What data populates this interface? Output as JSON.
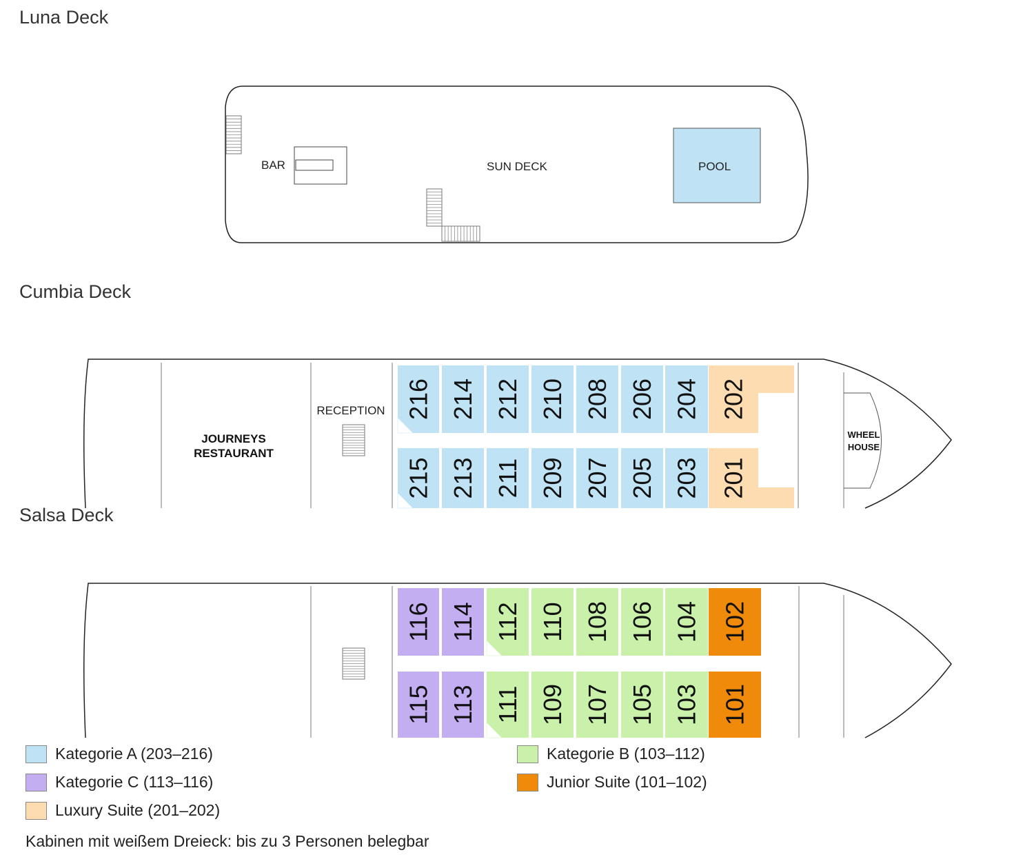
{
  "decks": {
    "luna": {
      "title": "Luna Deck",
      "labels": {
        "bar": "BAR",
        "sun_deck": "SUN DECK",
        "pool": "POOL"
      }
    },
    "cumbia": {
      "title": "Cumbia Deck",
      "labels": {
        "restaurant_line1": "JOURNEYS",
        "restaurant_line2": "RESTAURANT",
        "reception": "RECEPTION",
        "wheelhouse_line1": "WHEEL",
        "wheelhouse_line2": "HOUSE"
      },
      "cabins_top": [
        {
          "num": "216",
          "cat": "A",
          "triangle": true
        },
        {
          "num": "214",
          "cat": "A"
        },
        {
          "num": "212",
          "cat": "A"
        },
        {
          "num": "210",
          "cat": "A"
        },
        {
          "num": "208",
          "cat": "A"
        },
        {
          "num": "206",
          "cat": "A"
        },
        {
          "num": "204",
          "cat": "A"
        },
        {
          "num": "202",
          "cat": "L"
        }
      ],
      "cabins_bottom": [
        {
          "num": "215",
          "cat": "A",
          "triangle": true
        },
        {
          "num": "213",
          "cat": "A"
        },
        {
          "num": "211",
          "cat": "A"
        },
        {
          "num": "209",
          "cat": "A"
        },
        {
          "num": "207",
          "cat": "A"
        },
        {
          "num": "205",
          "cat": "A"
        },
        {
          "num": "203",
          "cat": "A"
        },
        {
          "num": "201",
          "cat": "L"
        }
      ]
    },
    "salsa": {
      "title": "Salsa Deck",
      "cabins_top": [
        {
          "num": "116",
          "cat": "C"
        },
        {
          "num": "114",
          "cat": "C"
        },
        {
          "num": "112",
          "cat": "B",
          "triangle": true
        },
        {
          "num": "110",
          "cat": "B"
        },
        {
          "num": "108",
          "cat": "B"
        },
        {
          "num": "106",
          "cat": "B"
        },
        {
          "num": "104",
          "cat": "B"
        },
        {
          "num": "102",
          "cat": "J"
        }
      ],
      "cabins_bottom": [
        {
          "num": "115",
          "cat": "C"
        },
        {
          "num": "113",
          "cat": "C"
        },
        {
          "num": "111",
          "cat": "B",
          "triangle": true
        },
        {
          "num": "109",
          "cat": "B"
        },
        {
          "num": "107",
          "cat": "B"
        },
        {
          "num": "105",
          "cat": "B"
        },
        {
          "num": "103",
          "cat": "B"
        },
        {
          "num": "101",
          "cat": "J"
        }
      ]
    }
  },
  "colors": {
    "A": "#bfe3f5",
    "B": "#c9f1a9",
    "C": "#c4aef2",
    "L": "#fcdcb0",
    "J": "#ef8a0a",
    "pool": "#bfe3f5"
  },
  "legend": [
    {
      "label": "Kategorie A (203–216)",
      "color": "#bfe3f5"
    },
    {
      "label": "Kategorie C (113–116)",
      "color": "#c4aef2"
    },
    {
      "label": "Luxury Suite (201–202)",
      "color": "#fcdcb0"
    },
    {
      "label": "Kategorie B (103–112)",
      "color": "#c9f1a9"
    },
    {
      "label": "Junior Suite (101–102)",
      "color": "#ef8a0a"
    }
  ],
  "note": "Kabinen mit weißem Dreieck: bis zu 3 Personen belegbar"
}
